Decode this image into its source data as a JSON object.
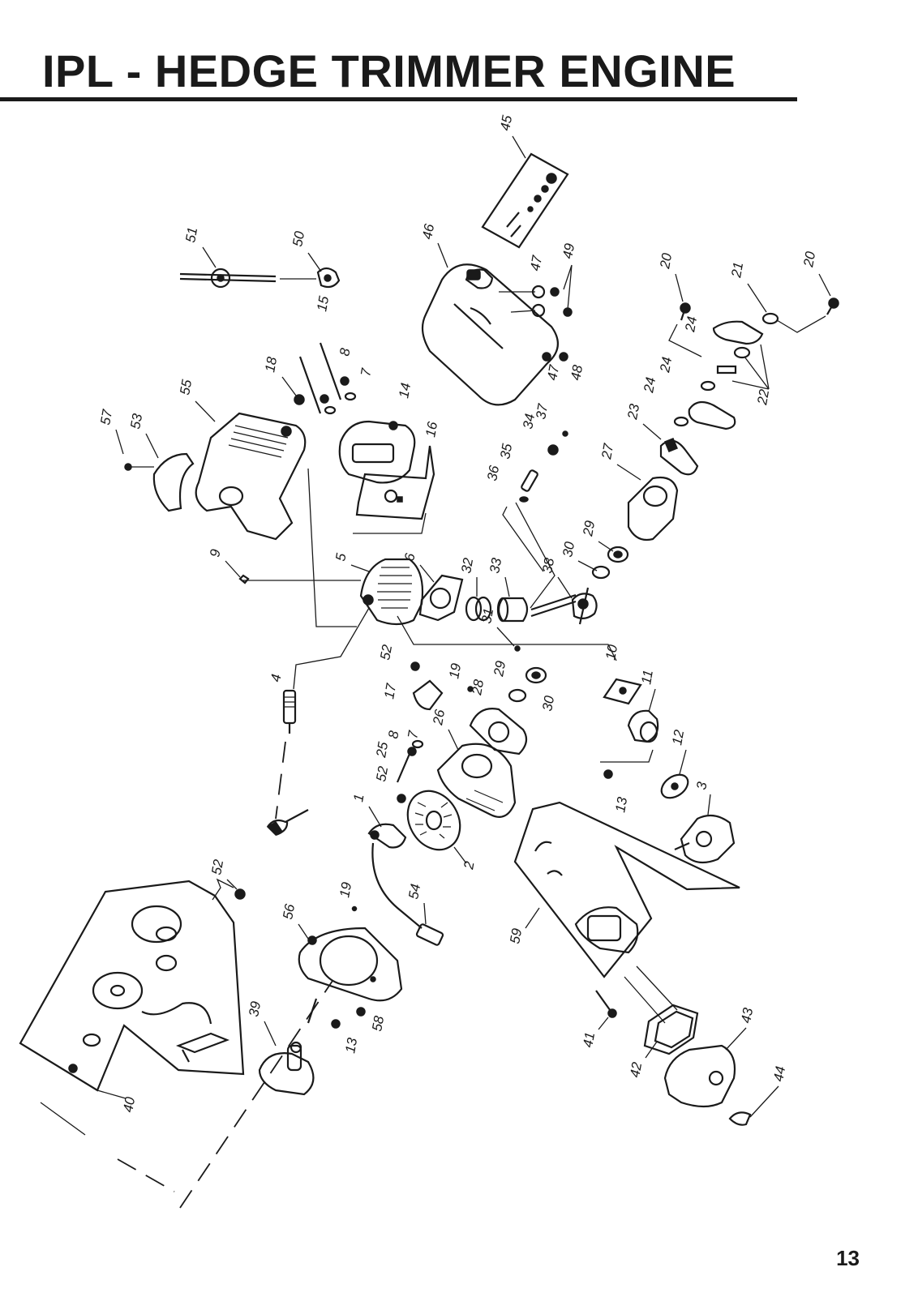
{
  "title": "IPL - HEDGE TRIMMER ENGINE",
  "page_number": "13",
  "callouts": [
    "45",
    "46",
    "47",
    "49",
    "47",
    "48",
    "51",
    "50",
    "15",
    "8",
    "7",
    "18",
    "14",
    "55",
    "53",
    "57",
    "16",
    "20",
    "21",
    "20",
    "24",
    "22",
    "24",
    "24",
    "23",
    "27",
    "37",
    "34",
    "35",
    "36",
    "29",
    "30",
    "9",
    "5",
    "6",
    "32",
    "33",
    "38",
    "31",
    "52",
    "17",
    "19",
    "28",
    "29",
    "30",
    "10",
    "11",
    "12",
    "13",
    "3",
    "4",
    "26",
    "8",
    "7",
    "25",
    "52",
    "2",
    "1",
    "19",
    "54",
    "52",
    "56",
    "58",
    "13",
    "39",
    "40",
    "59",
    "41",
    "42",
    "43",
    "44"
  ]
}
